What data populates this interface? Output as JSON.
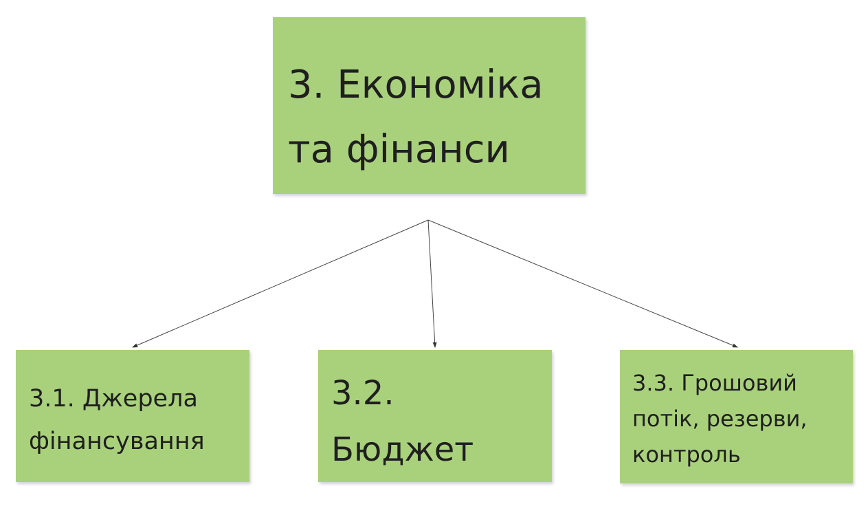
{
  "main_node": {
    "lines": [
      "3. Економіка",
      "та фінанси"
    ]
  },
  "children": [
    {
      "lines": [
        "3.1. Джерела",
        "фінансування"
      ]
    },
    {
      "lines": [
        "3.2.",
        "Бюджет"
      ]
    },
    {
      "lines": [
        "3.3. Грошовий",
        "потік, резерви,",
        "контроль"
      ]
    }
  ],
  "colors": {
    "node_fill": "#a9d17c",
    "line": "#444444"
  }
}
